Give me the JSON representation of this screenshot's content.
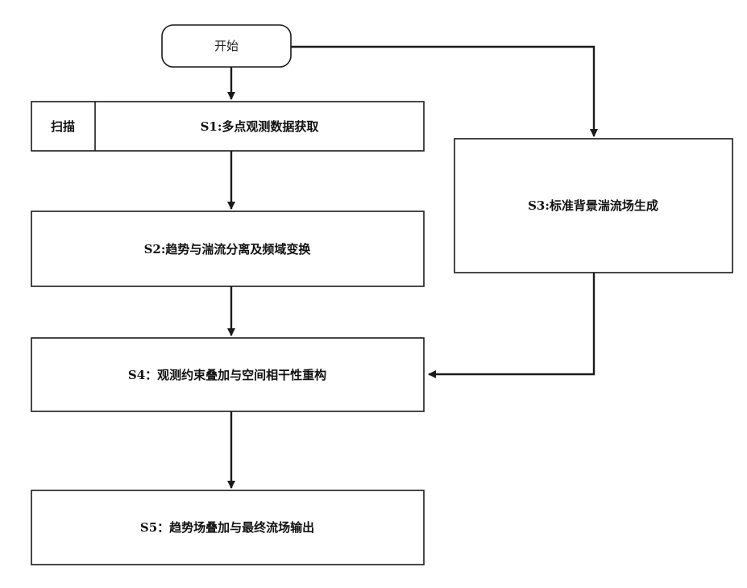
{
  "diagram": {
    "start": "开始",
    "scan": "扫描",
    "s1": "S1:多点观测数据获取",
    "s2": "S2:趋势与湍流分离及频域变换",
    "s3": "S3:标准背景湍流场生成",
    "s4": "S4：观测约束叠加与空间相干性重构",
    "s5": "S5：趋势场叠加与最终流场输出"
  }
}
